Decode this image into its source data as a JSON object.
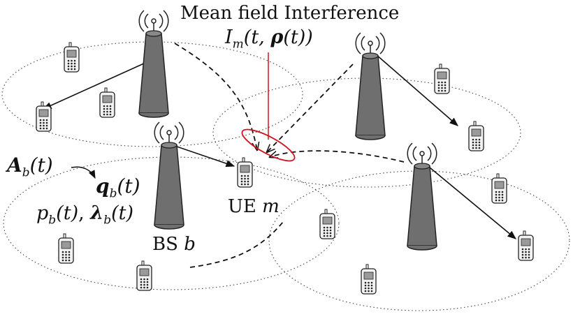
{
  "labels": {
    "title": "Mean field Interference",
    "interference": "I_m(t, ρ(t))",
    "a_b": "A_b(t)",
    "q_b": "q_b(t)",
    "p_lambda": "p_b(t), λ_b(t)",
    "ue": "UE m",
    "bs": "BS b"
  },
  "parts": {
    "I": "I",
    "m": "m",
    "t_rho": "(t, ",
    "rho": "ρ",
    "t_close": "(t))",
    "A": "A",
    "b": "b",
    "t_paren": "(t)",
    "q": "q",
    "p": "p",
    "comma": ", ",
    "lambda": "λ",
    "ue_text": "UE ",
    "bs_text": "BS "
  },
  "colors": {
    "interference": "#d0131f",
    "line": "#111111",
    "tower": "#6f6f6f",
    "tower_edge": "#222222",
    "phone": "#f2f2f2",
    "screen": "#9a9a9a"
  },
  "icons": {
    "tower": "base-station-icon",
    "phone": "mobile-phone-icon",
    "antenna": "antenna-signal-icon"
  }
}
